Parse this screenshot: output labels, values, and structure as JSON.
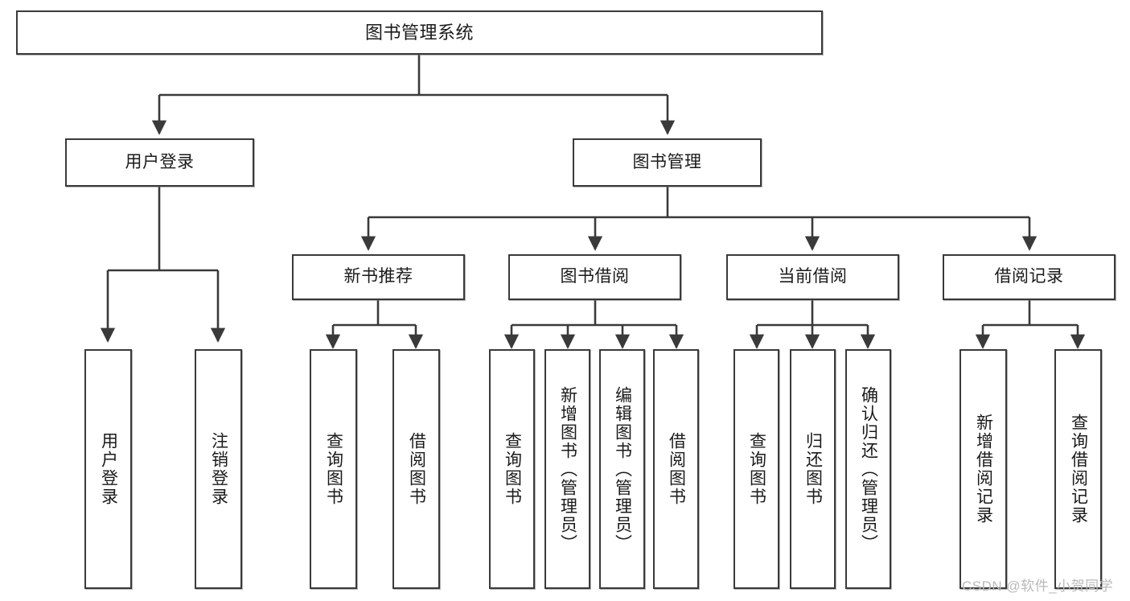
{
  "diagram": {
    "title": "图书管理系统",
    "style": {
      "box_border_color": "#3a3a3a",
      "box_fill_color": "#ffffff",
      "edge_color": "#3a3a3a",
      "text_color": "#1a1a1a",
      "background_color": "#ffffff",
      "watermark_color": "#b9b9b9"
    },
    "root": {
      "label": "图书管理系统"
    },
    "level2": [
      {
        "label": "用户登录"
      },
      {
        "label": "图书管理"
      }
    ],
    "level3": [
      {
        "label": "新书推荐"
      },
      {
        "label": "图书借阅"
      },
      {
        "label": "当前借阅"
      },
      {
        "label": "借阅记录"
      }
    ],
    "leaves": {
      "user_login": [
        {
          "label": "用户登录"
        },
        {
          "label": "注销登录"
        }
      ],
      "new_book_recommend": [
        {
          "label": "查询图书"
        },
        {
          "label": "借阅图书"
        }
      ],
      "book_borrow": [
        {
          "label": "查询图书"
        },
        {
          "label": "新增图书（管理员）"
        },
        {
          "label": "编辑图书（管理员）"
        },
        {
          "label": "借阅图书"
        }
      ],
      "current_borrow": [
        {
          "label": "查询图书"
        },
        {
          "label": "归还图书"
        },
        {
          "label": "确认归还（管理员）"
        }
      ],
      "borrow_record": [
        {
          "label": "新增借阅记录"
        },
        {
          "label": "查询借阅记录"
        }
      ]
    }
  },
  "watermark": {
    "text": "CSDN @软件_小贺同学"
  }
}
